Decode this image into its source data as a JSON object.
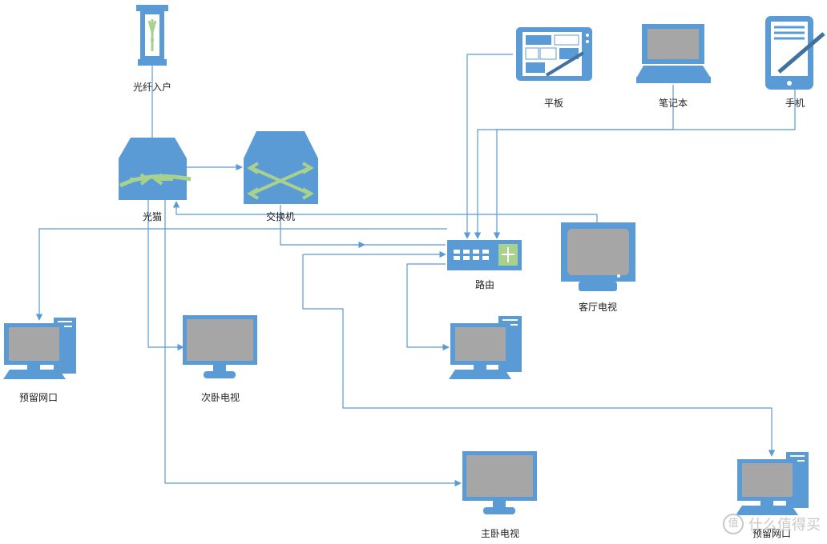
{
  "nodes": {
    "fiber": "光纤入户",
    "modem": "光猫",
    "switch": "交换机",
    "router": "路由",
    "tablet": "平板",
    "laptop": "笔记本",
    "phone": "手机",
    "living_tv": "客厅电视",
    "reserve_port_left": "预留网口",
    "second_tv": "次卧电视",
    "master_tv": "主卧电视",
    "reserve_port_right": "预留网口"
  },
  "watermark": "什么值得买",
  "watermark_logo": "值",
  "colors": {
    "device": "#5b9bd5",
    "device_dark": "#41719c",
    "screen": "#a6a6a6",
    "accent": "#a9d18e",
    "line": "#5b9bd5"
  }
}
